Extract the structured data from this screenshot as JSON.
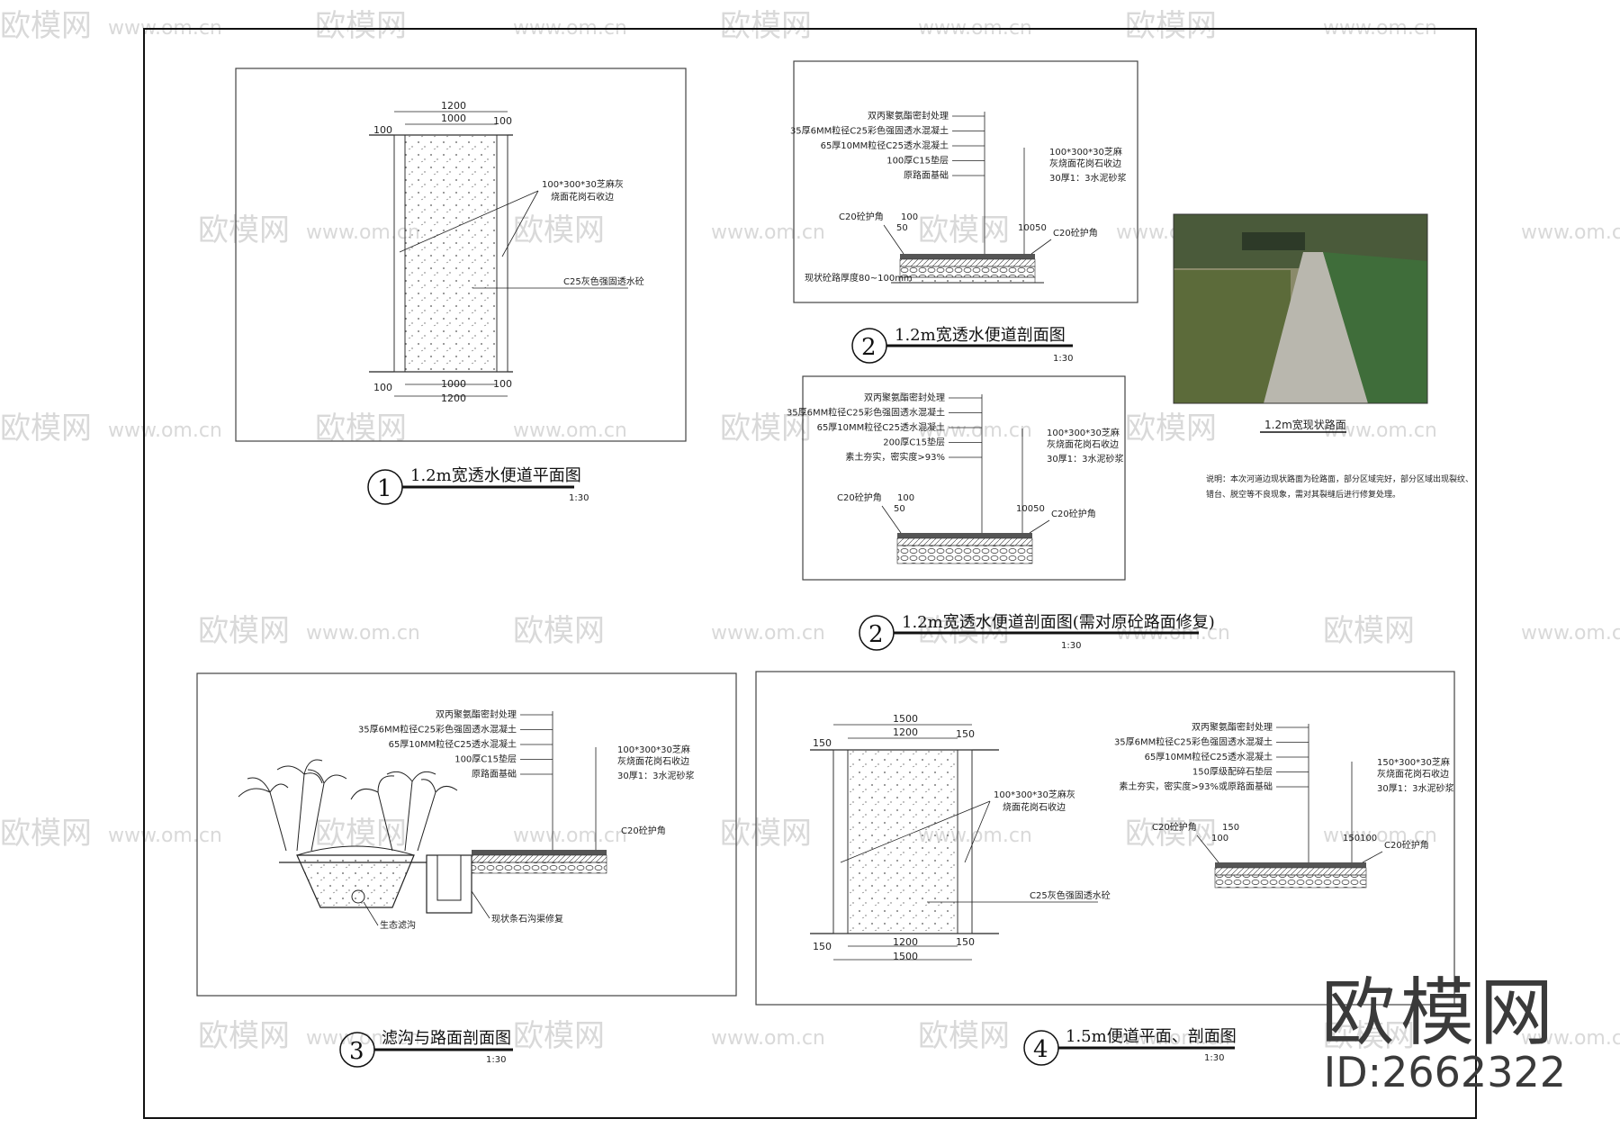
{
  "watermark": {
    "site": "www.om.cn",
    "logo": "欧模网"
  },
  "brand": {
    "name": "欧模网",
    "id": "ID:2662322"
  },
  "views": {
    "v1": {
      "num": "1",
      "title": "1.2m宽透水便道平面图",
      "scale": "1:30",
      "dims": {
        "top_total": "1200",
        "top_inner": "1000",
        "left": "100",
        "right": "100",
        "bot_inner": "1000",
        "bot_total": "1200",
        "bot_left": "100",
        "bot_right": "100"
      },
      "labels": {
        "edge": "100*300*30芝麻灰",
        "edge2": "烧面花岗石收边",
        "fill": "C25灰色强固透水砼"
      }
    },
    "v2a": {
      "num": "2",
      "title": "1.2m宽透水便道剖面图",
      "scale": "1:30",
      "layers": [
        "双丙聚氨酯密封处理",
        "35厚6MM粒径C25彩色强固透水混凝土",
        "65厚10MM粒径C25透水混凝土",
        "100厚C15垫层",
        "原路面基础"
      ],
      "right": [
        "100*300*30芝麻",
        "灰烧面花岗石收边",
        "30厚1：3水泥砂浆"
      ],
      "corner_l": "C20砼护角",
      "corner_r": "C20砼护角",
      "d100": "100",
      "d50": "50",
      "d1050": "10050",
      "base": "现状砼路厚度80~100mm"
    },
    "v2b": {
      "num": "2",
      "title": "1.2m宽透水便道剖面图(需对原砼路面修复)",
      "scale": "1:30",
      "layers": [
        "双丙聚氨酯密封处理",
        "35厚6MM粒径C25彩色强固透水混凝土",
        "65厚10MM粒径C25透水混凝土",
        "200厚C15垫层",
        "素土夯实，密实度>93%"
      ],
      "right": [
        "100*300*30芝麻",
        "灰烧面花岗石收边",
        "30厚1：3水泥砂浆"
      ],
      "corner_l": "C20砼护角",
      "corner_r": "C20砼护角",
      "d100": "100",
      "d50": "50",
      "d1050": "10050"
    },
    "photo": {
      "caption": "1.2m宽现状路面",
      "note1": "说明：本次河道边现状路面为砼路面，部分区域完好，部分区域出现裂纹、",
      "note2": "错台、脱空等不良现象，需对其裂缝后进行修复处理。"
    },
    "v3": {
      "num": "3",
      "title": "滤沟与路面剖面图",
      "scale": "1:30",
      "layers": [
        "双丙聚氨酯密封处理",
        "35厚6MM粒径C25彩色强固透水混凝土",
        "65厚10MM粒径C25透水混凝土",
        "100厚C15垫层",
        "原路面基础"
      ],
      "right": [
        "100*300*30芝麻",
        "灰烧面花岗石收边",
        "30厚1：3水泥砂浆"
      ],
      "corner": "C20砼护角",
      "ditch": "生态滤沟",
      "drain": "现状条石沟渠修复"
    },
    "v4": {
      "num": "4",
      "title": "1.5m便道平面、剖面图",
      "scale": "1:30",
      "dims": {
        "top_total": "1500",
        "top_inner": "1200",
        "left": "150",
        "right": "150",
        "bot_inner": "1200",
        "bot_total": "1500",
        "bot_left": "150",
        "bot_right": "150"
      },
      "labels": {
        "edge": "100*300*30芝麻灰",
        "edge2": "烧面花岗石收边",
        "fill": "C25灰色强固透水砼"
      },
      "layers": [
        "双丙聚氨酯密封处理",
        "35厚6MM粒径C25彩色强固透水混凝土",
        "65厚10MM粒径C25透水混凝土",
        "150厚级配碎石垫层",
        "素土夯实，密实度>93%或原路面基础"
      ],
      "right": [
        "150*300*30芝麻",
        "灰烧面花岗石收边",
        "30厚1：3水泥砂浆"
      ],
      "corner_l": "C20砼护角",
      "corner_r": "C20砼护角",
      "d100": "100",
      "d150": "150",
      "d150100": "150100"
    }
  },
  "colors": {
    "line": "#222222",
    "watermark": "#d9d9d9",
    "water": "#5c6b3a",
    "foliage": "#3f6d3a",
    "path": "#b9b7ae"
  }
}
